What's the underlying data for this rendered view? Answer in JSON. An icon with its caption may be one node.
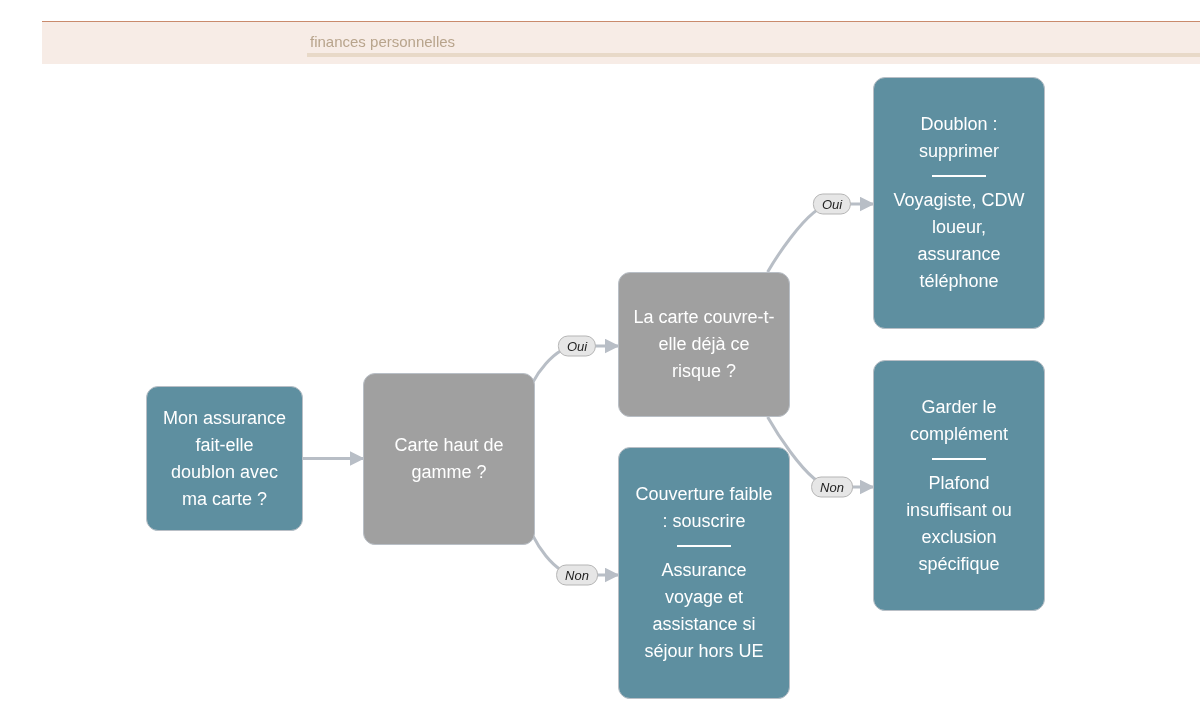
{
  "diagram": {
    "nodes": [
      {
        "text": [
          "Mon assurance fait-elle doublon avec ma carte ?"
        ]
      },
      {
        "text": [
          "Carte haut de gamme ?"
        ]
      },
      {
        "text": [
          "La carte couvre-t-elle déjà ce risque ?"
        ]
      },
      {
        "text": [
          "Couverture faible : souscrire",
          "Assurance voyage et assistance si séjour hors UE"
        ]
      },
      {
        "text": [
          "Doublon : supprimer",
          "Voyagiste, CDW loueur, assurance téléphone"
        ]
      },
      {
        "text": [
          "Garder le complément",
          "Plafond insuffisant ou exclusion spécifique"
        ]
      }
    ],
    "edges": [
      {
        "from": 0,
        "to": 1,
        "arrow": "to"
      },
      {
        "from": 1,
        "to": 2,
        "arrow": "to",
        "label": "Oui"
      },
      {
        "from": 1,
        "to": 3,
        "arrow": "to",
        "label": "Non"
      },
      {
        "from": 2,
        "to": 4,
        "arrow": "to",
        "label": "Oui"
      },
      {
        "from": 2,
        "to": 5,
        "arrow": "to",
        "label": "Non"
      }
    ],
    "labels": [
      "finances personnelles"
    ]
  }
}
